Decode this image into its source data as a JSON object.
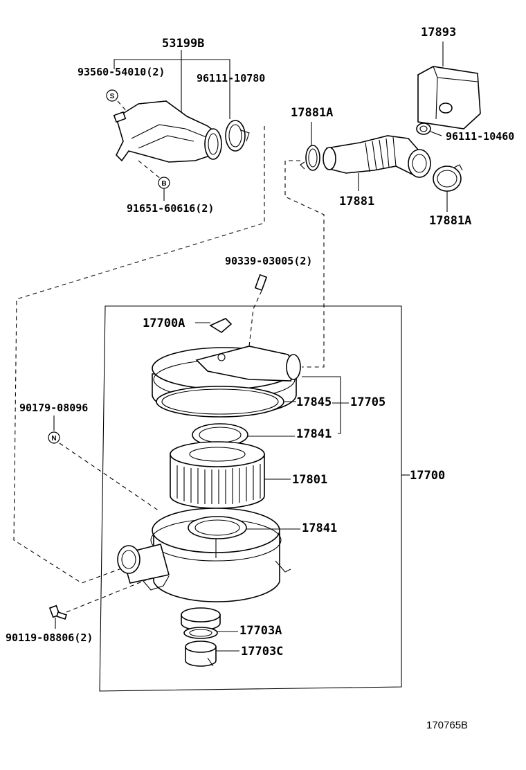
{
  "reference_code": "170765B",
  "callouts": {
    "p53199B": "53199B",
    "p93560": "93560-54010(2)",
    "p96111_10780": "96111-10780",
    "p91651": "91651-60616(2)",
    "p17893": "17893",
    "p17881A_top": "17881A",
    "p96111_10460": "96111-10460",
    "p17881": "17881",
    "p17881A_bottom": "17881A",
    "p90339": "90339-03005(2)",
    "p17700A": "17700A",
    "p17845": "17845",
    "p17705": "17705",
    "p17841_upper": "17841",
    "p90179": "90179-08096",
    "p17801": "17801",
    "p17700": "17700",
    "p17841_lower": "17841",
    "p17703A": "17703A",
    "p17703C": "17703C",
    "p90119": "90119-08806(2)"
  },
  "fastener_marks": {
    "s": "S",
    "b": "B",
    "n": "N"
  },
  "icons": [
    "air-cleaner-assembly-icon",
    "air-cleaner-hose-icon",
    "silencer-icon",
    "hose-clamp-icon",
    "element-icon",
    "bolt-icon"
  ]
}
